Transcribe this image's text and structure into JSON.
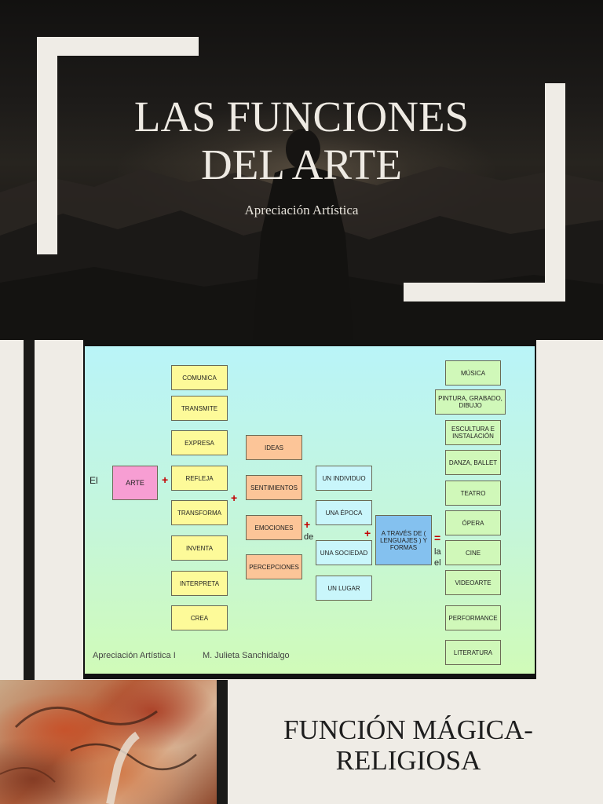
{
  "slide1": {
    "title_line1": "LAS FUNCIONES",
    "title_line2": "DEL ARTE",
    "subtitle": "Apreciación Artística"
  },
  "diagram": {
    "el": "El",
    "arte": "ARTE",
    "verbs": [
      "COMUNICA",
      "TRANSMITE",
      "EXPRESA",
      "REFLEJA",
      "TRANSFORMA",
      "INVENTA",
      "INTERPRETA",
      "CREA"
    ],
    "feelings": [
      "IDEAS",
      "SENTIMIENTOS",
      "EMOCIONES",
      "PERCEPCIONES"
    ],
    "contexts": [
      "UN INDIVIDUO",
      "UNA ÉPOCA",
      "UNA SOCIEDAD",
      "UN LUGAR"
    ],
    "through": "A TRAVÉS DE ( LENGUAJES ) Y FORMAS",
    "arts": [
      "MÚSICA",
      "PINTURA, GRABADO, DIBUJO",
      "ESCULTURA E INSTALACIÓN",
      "DANZA, BALLET",
      "TEATRO",
      "ÓPERA",
      "CINE",
      "VIDEOARTE",
      "PERFORMANCE",
      "LITERATURA"
    ],
    "plus": "+",
    "equals": "=",
    "de": "de",
    "la": "la",
    "el_lower": "el",
    "footer_course": "Apreciación Artística I",
    "footer_author": "M. Julieta Sanchidalgo"
  },
  "slide3": {
    "heading_line1": "FUNCIÓN MÁGICA-",
    "heading_line2": "RELIGIOSA"
  }
}
